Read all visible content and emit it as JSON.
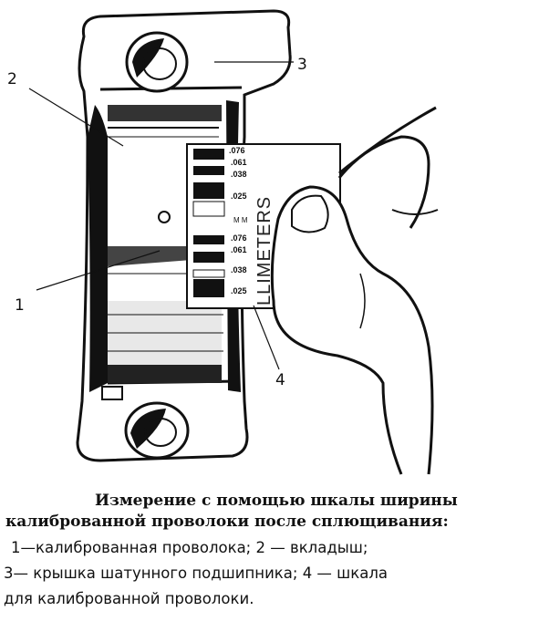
{
  "callouts": {
    "n1": "1",
    "n2": "2",
    "n3": "3",
    "n4": "4"
  },
  "scale": {
    "upper_marks": [
      ".076",
      ".061",
      ".038",
      ".025"
    ],
    "mm_label": "M M",
    "lower_marks": [
      ".076",
      ".061",
      ".038",
      ".025"
    ],
    "side_text": "LLIMETERS"
  },
  "caption": {
    "title_line1": "Измерение с помощью шкалы ширины",
    "title_line2": "калиброванной проволоки после сплющивания:",
    "line3": "1—калиброванная проволока; 2 — вкладыш;",
    "line4": "3— крышка шатунного подшипника; 4 — шкала",
    "line5": "для калиброванной проволоки."
  }
}
